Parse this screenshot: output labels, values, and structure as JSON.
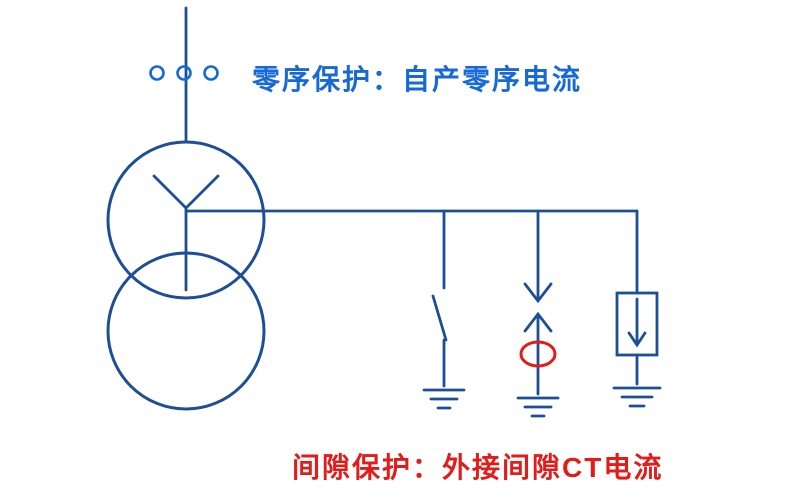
{
  "labels": {
    "zero_sequence_protection": "零序保护：自产零序电流",
    "gap_protection": "间隙保护：外接间隙CT电流"
  },
  "colors": {
    "line": "#1c4f96",
    "accent_blue": "#1669d6",
    "accent_red": "#e31b1b"
  },
  "components": {
    "phase_ct": "three-phase-ct-circles",
    "transformer": "wye-winding-transformer",
    "neutral_bus": "neutral-grounding-bus",
    "switch": "neutral-disconnect-switch",
    "gap": "protective-rod-gap-with-ct",
    "arrester": "surge-arrester",
    "grounds": "earth-ground-symbols"
  }
}
